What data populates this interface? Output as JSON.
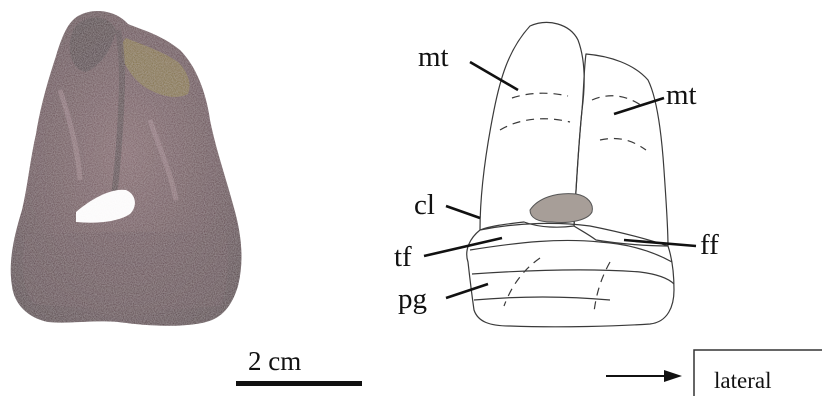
{
  "labels": {
    "mt_left": "mt",
    "mt_right": "mt",
    "cl": "cl",
    "tf": "tf",
    "ff": "ff",
    "pg": "pg"
  },
  "scale_bar": {
    "label": "2 cm"
  },
  "orientation": {
    "label": "lateral"
  },
  "colors": {
    "line": "#1a1a1a",
    "bone_shaded": "#a79e98",
    "photo_dark": "#4b3034",
    "photo_mid": "#6b4a50",
    "photo_light": "#8a6a70",
    "photo_moss": "#8a7a30"
  }
}
